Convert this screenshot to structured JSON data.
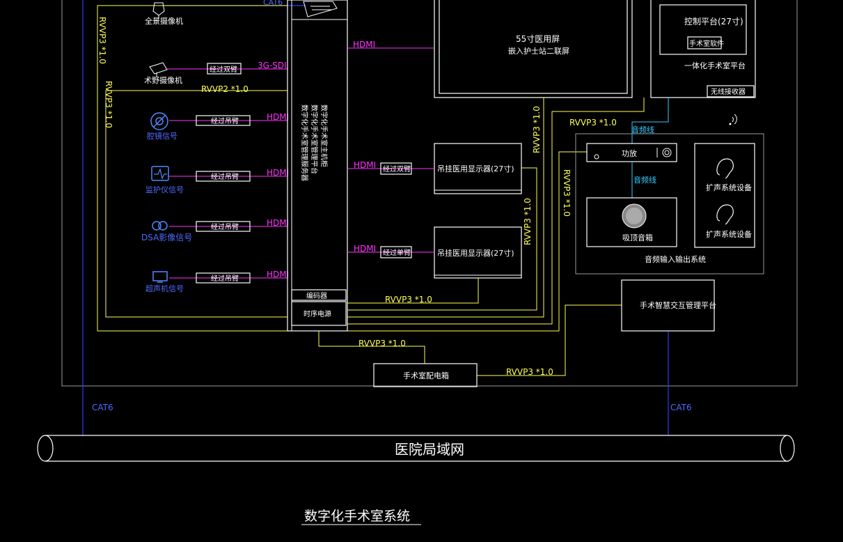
{
  "colors": {
    "background": "#000000",
    "device_outline": "#ffffff",
    "rvvp_power": "#ffff55",
    "hdmi_signal": "#ff33ff",
    "network": "#2a3cff",
    "audio": "#33ccff",
    "enclosure": "#9a9a9a"
  },
  "title": "数字化手术室系统",
  "network_bar_label": "医院局域网",
  "cables": {
    "cat6": "CAT6",
    "cat6_alt": "CAT6",
    "cat6_top": "CAT6",
    "rvvp3": "RVVP3 *1.0",
    "rvvp2": "RVVP2 *1.0",
    "hdmi": "HDMI",
    "sdi": "3G-SDI",
    "audio_line": "音频线"
  },
  "sources": {
    "panorama_camera": "全景摄像机",
    "surgical_camera": "术野摄像机",
    "endoscope": "腔镜信号",
    "monitor": "监护仪信号",
    "dsa": "DSA影像信号",
    "ultrasound": "超声机信号"
  },
  "converters": {
    "split_dual": "经过双臂",
    "split_single": "经过吊臂",
    "dual_arm": "经过双臂",
    "single_arm": "经过单臂"
  },
  "server": {
    "lines": [
      "数字化手术室管理服务器",
      "数字化手术室管理平台",
      "数字化手术室主机柜"
    ],
    "encoder": "编码器",
    "sequencer": "时序电源"
  },
  "displays": {
    "screen55_line1": "55寸医用屏",
    "screen55_line2": "嵌入护士站二联屏",
    "hanging1": "吊挂医用显示器(27寸)",
    "hanging2": "吊挂医用显示器(27寸)"
  },
  "integrated": {
    "control_title": "控制平台(27寸)",
    "software": "手术室软件",
    "platform": "一体化手术室平台",
    "wireless": "无线接收器"
  },
  "audio_system": {
    "amplifier": "功放",
    "ceiling_speaker": "吸顶音箱",
    "pa_device_1": "扩声系统设备",
    "pa_device_2": "扩声系统设备",
    "system_label": "音频输入输出系统"
  },
  "interaction_platform": "手术智慧交互管理平台",
  "power_box": "手术室配电箱"
}
